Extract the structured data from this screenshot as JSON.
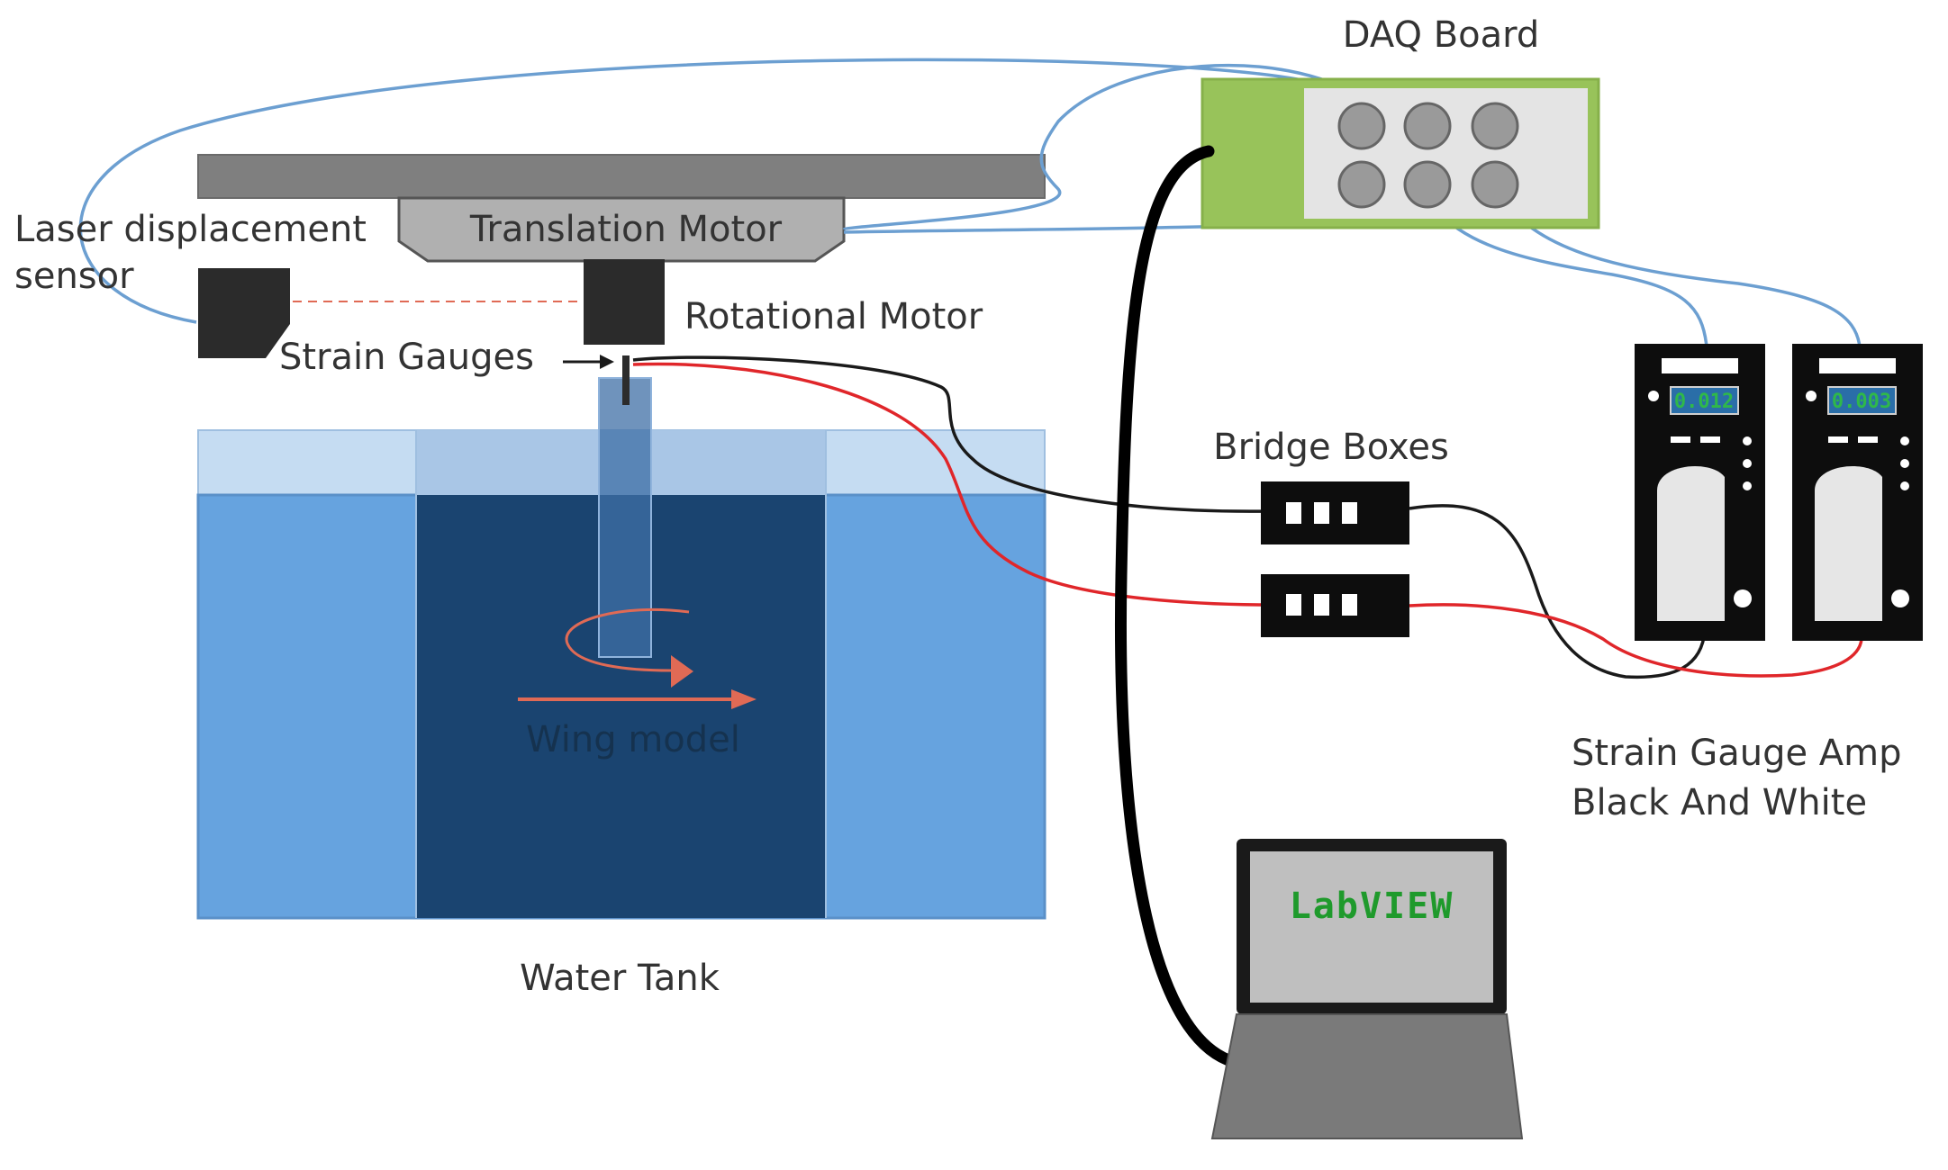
{
  "labels": {
    "daq_board": "DAQ Board",
    "laser_line1": "Laser displacement",
    "laser_line2": "sensor",
    "translation_motor": "Translation Motor",
    "rotational_motor": "Rotational Motor",
    "strain_gauges": "Strain Gauges",
    "bridge_boxes": "Bridge Boxes",
    "wing_model": "Wing model",
    "water_tank": "Water Tank",
    "amp_line1": "Strain Gauge Amp",
    "amp_line2": "Black And White"
  },
  "amp_readouts": {
    "left": "0.012",
    "right": "0.003"
  },
  "laptop": {
    "screen_text": "LabVIEW"
  },
  "colors": {
    "water_light": "#66a3df",
    "water_dark": "#1a4470",
    "water_top": "#c5dcf2",
    "daq_green": "#98c35a",
    "wire_blue": "#6c9fd1",
    "wire_red": "#e0262a",
    "rail_gray": "#7f7f7f",
    "motor_gray": "#b0b0b0",
    "labview_green": "#1f9a2c",
    "readout_green": "#2fb84a"
  }
}
